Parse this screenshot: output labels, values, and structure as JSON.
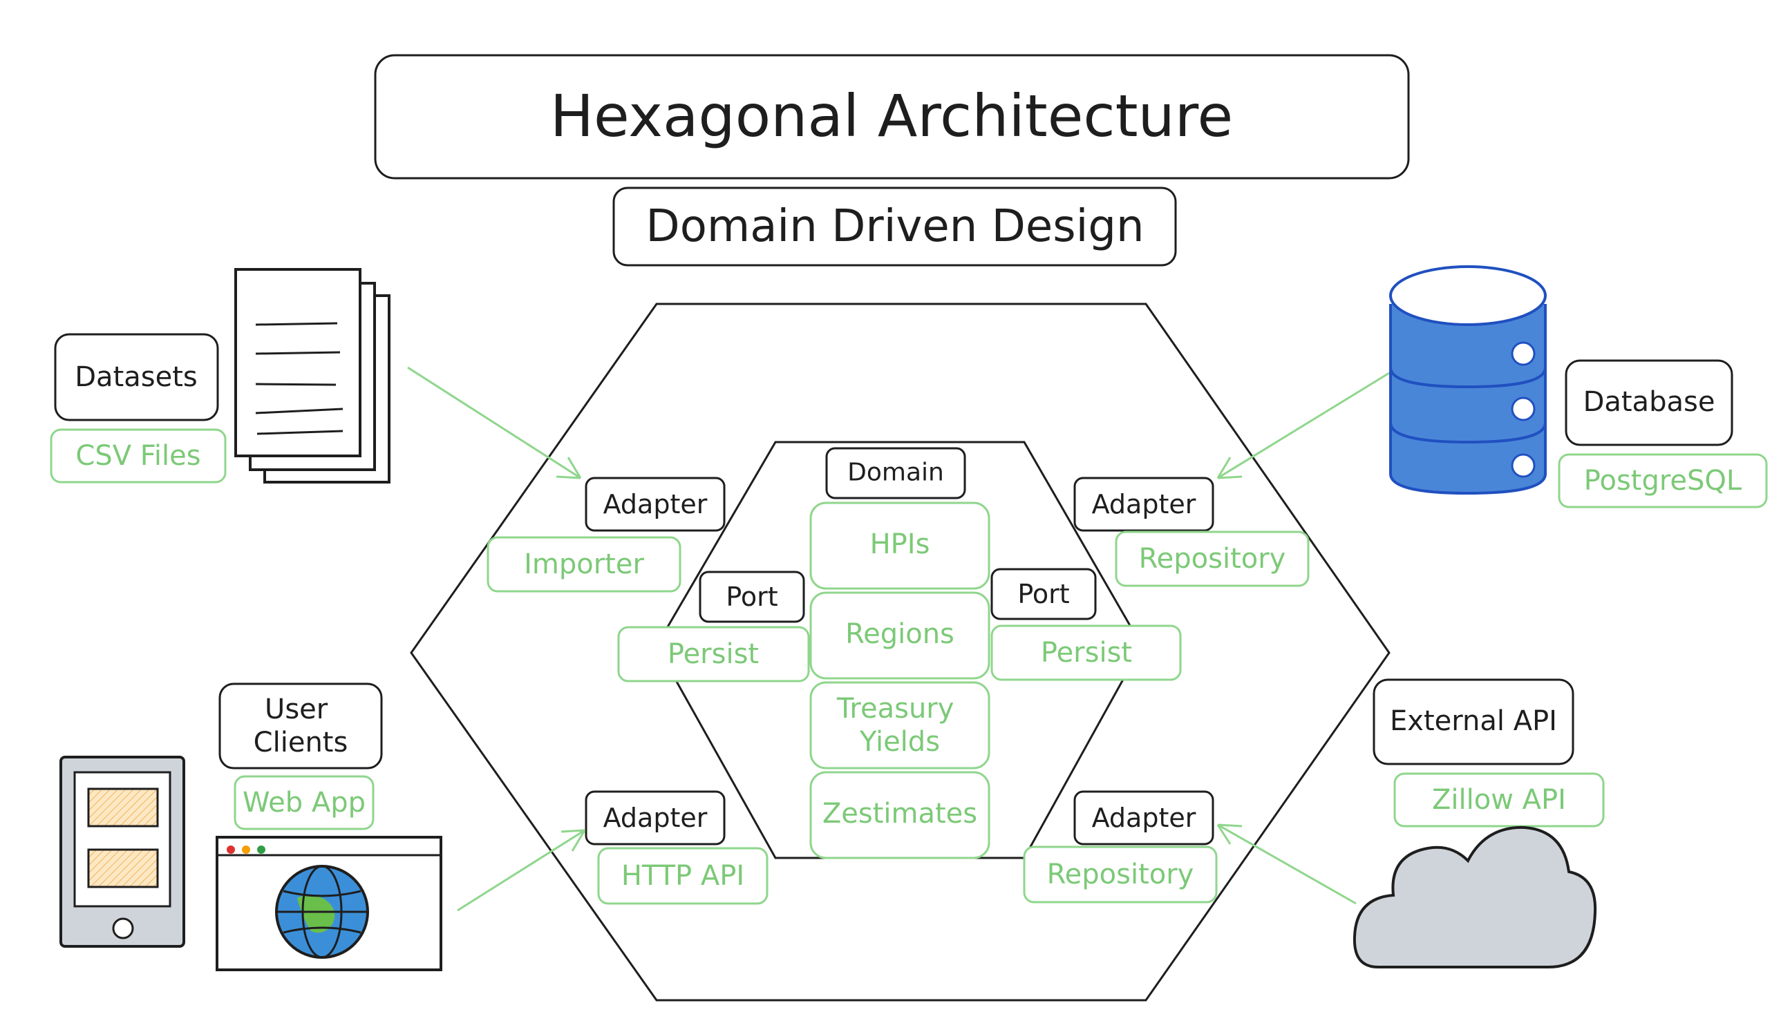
{
  "title": "Hexagonal Architecture",
  "subtitle": "Domain Driven Design",
  "domain": {
    "label": "Domain",
    "items": [
      "HPIs",
      "Regions",
      "Treasury Yields",
      "Zestimates"
    ]
  },
  "ports": {
    "left": {
      "label": "Port",
      "sub": "Persist"
    },
    "right": {
      "label": "Port",
      "sub": "Persist"
    }
  },
  "adapters": {
    "top_left": {
      "label": "Adapter",
      "sub": "Importer"
    },
    "top_right": {
      "label": "Adapter",
      "sub": "Repository"
    },
    "bottom_left": {
      "label": "Adapter",
      "sub": "HTTP API"
    },
    "bottom_right": {
      "label": "Adapter",
      "sub": "Repository"
    }
  },
  "externals": {
    "datasets": {
      "label": "Datasets",
      "sub": "CSV Files"
    },
    "database": {
      "label": "Database",
      "sub": "PostgreSQL"
    },
    "user_clients": {
      "label_line1": "User",
      "label_line2": "Clients",
      "sub": "Web App"
    },
    "external_api": {
      "label": "External API",
      "sub": "Zillow API"
    }
  },
  "colors": {
    "ink": "#1e1e1e",
    "green": "#7cc977",
    "database_blue": "#4a86d8",
    "cloud_gray": "#ced4da",
    "hatch_orange": "#f2b35a"
  },
  "icons": [
    "documents-icon",
    "database-icon",
    "tablet-icon",
    "browser-globe-icon",
    "cloud-icon"
  ]
}
